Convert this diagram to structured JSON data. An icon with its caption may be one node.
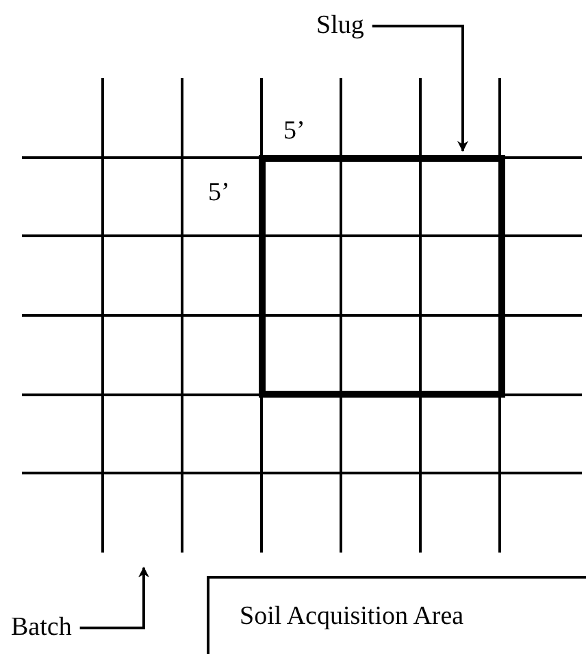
{
  "diagram": {
    "nodes": [
      {
        "text": [
          "Slug"
        ]
      },
      {
        "text": [],
        "shape": "box"
      },
      {
        "text": [
          "Batch"
        ]
      },
      {
        "text": [
          "Soil Acquisition Area"
        ]
      }
    ],
    "edges": [
      {
        "from": 0,
        "to": 1,
        "arrow": "to"
      },
      {
        "from": 2,
        "to": null,
        "arrow": "to"
      }
    ],
    "labels": [
      "5’",
      "5’"
    ]
  }
}
